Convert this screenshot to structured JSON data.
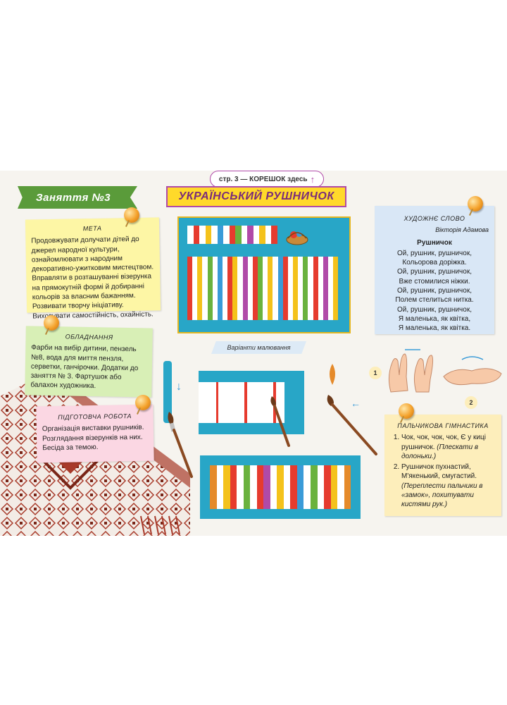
{
  "header": {
    "top_label": "стр. 3 — КОРЕШОК здесь",
    "lesson": "Заняття №3",
    "title": "УКРАЇНСЬКИЙ РУШНИЧОК"
  },
  "meta": {
    "heading": "МЕТА",
    "text": "Продовжувати долучати дітей до джерел народної культури, ознайомлювати з народним декоративно-ужитковим мистецтвом. Вправляти в розташуванні візерунка на прямокутній формі й добиранні кольорів за власним бажанням. Розвивати творчу ініціативу. Виховувати самостійність, охайність."
  },
  "equipment": {
    "heading": "ОБЛАДНАННЯ",
    "text": "Фарби на вибір дитини, пензель №8, вода для миття пензля, серветки, ганчірочки. Додатки до заняття № 3. Фартушок або балахон художника."
  },
  "prep": {
    "heading": "ПІДГОТОВЧА РОБОТА",
    "text": "Організація виставки рушників. Розглядання візерунків на них. Бесіда за темою."
  },
  "art_word": {
    "heading": "ХУДОЖНЄ СЛОВО",
    "author": "Вікторія Адамова",
    "poem_title": "Рушничок",
    "lines": [
      "Ой, рушник, рушничок,",
      "Кольорова доріжка.",
      "Ой, рушник, рушничок,",
      "Вже стомилися ніжки.",
      "Ой, рушник, рушничок,",
      "Полем стелиться нитка.",
      "Ой, рушник, рушничок,",
      "Я маленька, як квітка,",
      "Я маленька, як квітка."
    ]
  },
  "variants_label": "Варіанти малювання",
  "hand_numbers": [
    "1",
    "2"
  ],
  "finger_gym": {
    "heading": "ПАЛЬЧИКОВА ГІМНАСТИКА",
    "items": [
      {
        "text": "Чок, чок, чок, чок, Є у киці рушничок.",
        "note": "(Плескати в долоньки.)"
      },
      {
        "text": "Рушничок пухнастий, М'якенький, смугастий.",
        "note": "(Переплести пальчики в «замок», похитувати кистями рук.)"
      }
    ]
  },
  "colors": {
    "accent_purple": "#b04aa8",
    "towel_blue": "#28a6c7",
    "title_yellow": "#ffd92a",
    "banner_green": "#5a9b3a"
  }
}
